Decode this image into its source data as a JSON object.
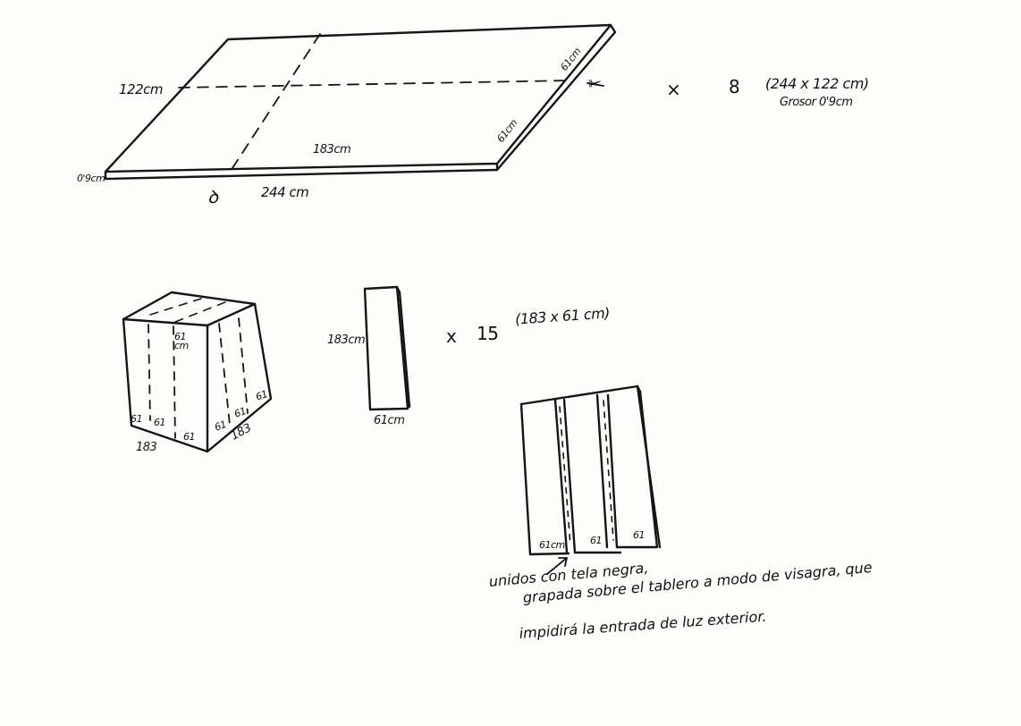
{
  "sheet": {
    "dimensions": {
      "width_label": "122cm",
      "inner_length_label": "183cm",
      "length_label": "244 cm",
      "thickness_label": "0'9cm",
      "edge_top_label": "61cm",
      "edge_bottom_label": "61cm",
      "cut_mark": "ꝺ"
    },
    "multiplier": {
      "times": "×",
      "count": "8",
      "size": "(244 x 122 cm)",
      "thickness": "Grosor 0'9cm"
    }
  },
  "box": {
    "top_label": "61 cm",
    "front_labels": [
      "61",
      "61",
      "61"
    ],
    "side_labels": [
      "61",
      "61",
      "61"
    ],
    "front_total": "183",
    "side_total": "183"
  },
  "panel": {
    "height_label": "183cm",
    "width_label": "61cm",
    "multiplier": {
      "times": "x",
      "count": "15",
      "size": "(183 x 61 cm)"
    }
  },
  "hinged_panels": {
    "labels": [
      "61cm",
      "61",
      "61"
    ],
    "note_lines": [
      "unidos con tela negra,",
      "grapada sobre el tablero a modo de visagra, que",
      "impidirá la entrada de luz exterior."
    ]
  }
}
